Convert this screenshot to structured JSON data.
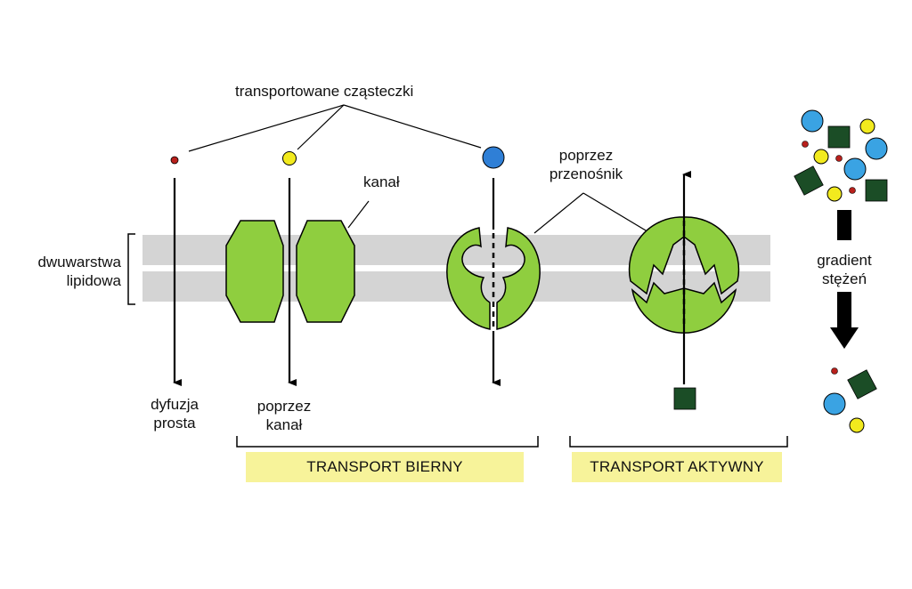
{
  "labels": {
    "molecules": "transportowane cząsteczki",
    "channel": "kanał",
    "carrier_line1": "poprzez",
    "carrier_line2": "przenośnik",
    "bilayer_line1": "dwuwarstwa",
    "bilayer_line2": "lipidowa",
    "simple_diffusion_line1": "dyfuzja",
    "simple_diffusion_line2": "prosta",
    "via_channel_line1": "poprzez",
    "via_channel_line2": "kanał",
    "gradient_line1": "gradient",
    "gradient_line2": "stężeń"
  },
  "categories": {
    "passive": "TRANSPORT BIERNY",
    "active": "TRANSPORT AKTYWNY"
  },
  "colors": {
    "membrane": "#d4d4d4",
    "protein_green": "#8fce3f",
    "dark_green": "#1b4d26",
    "blue": "#3aa3e3",
    "yellow": "#f2ea1e",
    "red": "#b8201c",
    "label_box": "#f7f39a"
  }
}
